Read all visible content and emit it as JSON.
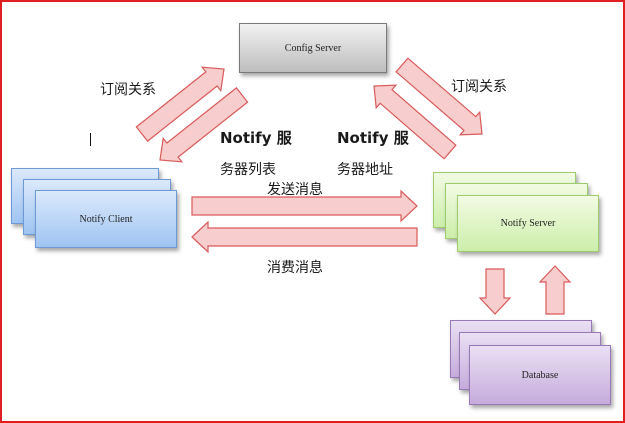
{
  "nodes": {
    "config_server": "Config Server",
    "notify_client": "Notify Client",
    "notify_server": "Notify Server",
    "database": "Database"
  },
  "labels": {
    "subscribe_left": "订阅关系",
    "subscribe_right": "订阅关系",
    "server_list_line1": "Notify 服",
    "server_list_line2": "务器列表",
    "server_addr_line1": "Notify 服",
    "server_addr_line2": "务器地址",
    "send_message": "发送消息",
    "consume_message": "消费消息"
  },
  "colors": {
    "frame": "#e02020",
    "arrow_fill": "#f8cdcd",
    "arrow_stroke": "#d95a5a",
    "config": "#bdbdbd",
    "client": "#9fc4f2",
    "server": "#cdeeaa",
    "database": "#c6acdc"
  }
}
